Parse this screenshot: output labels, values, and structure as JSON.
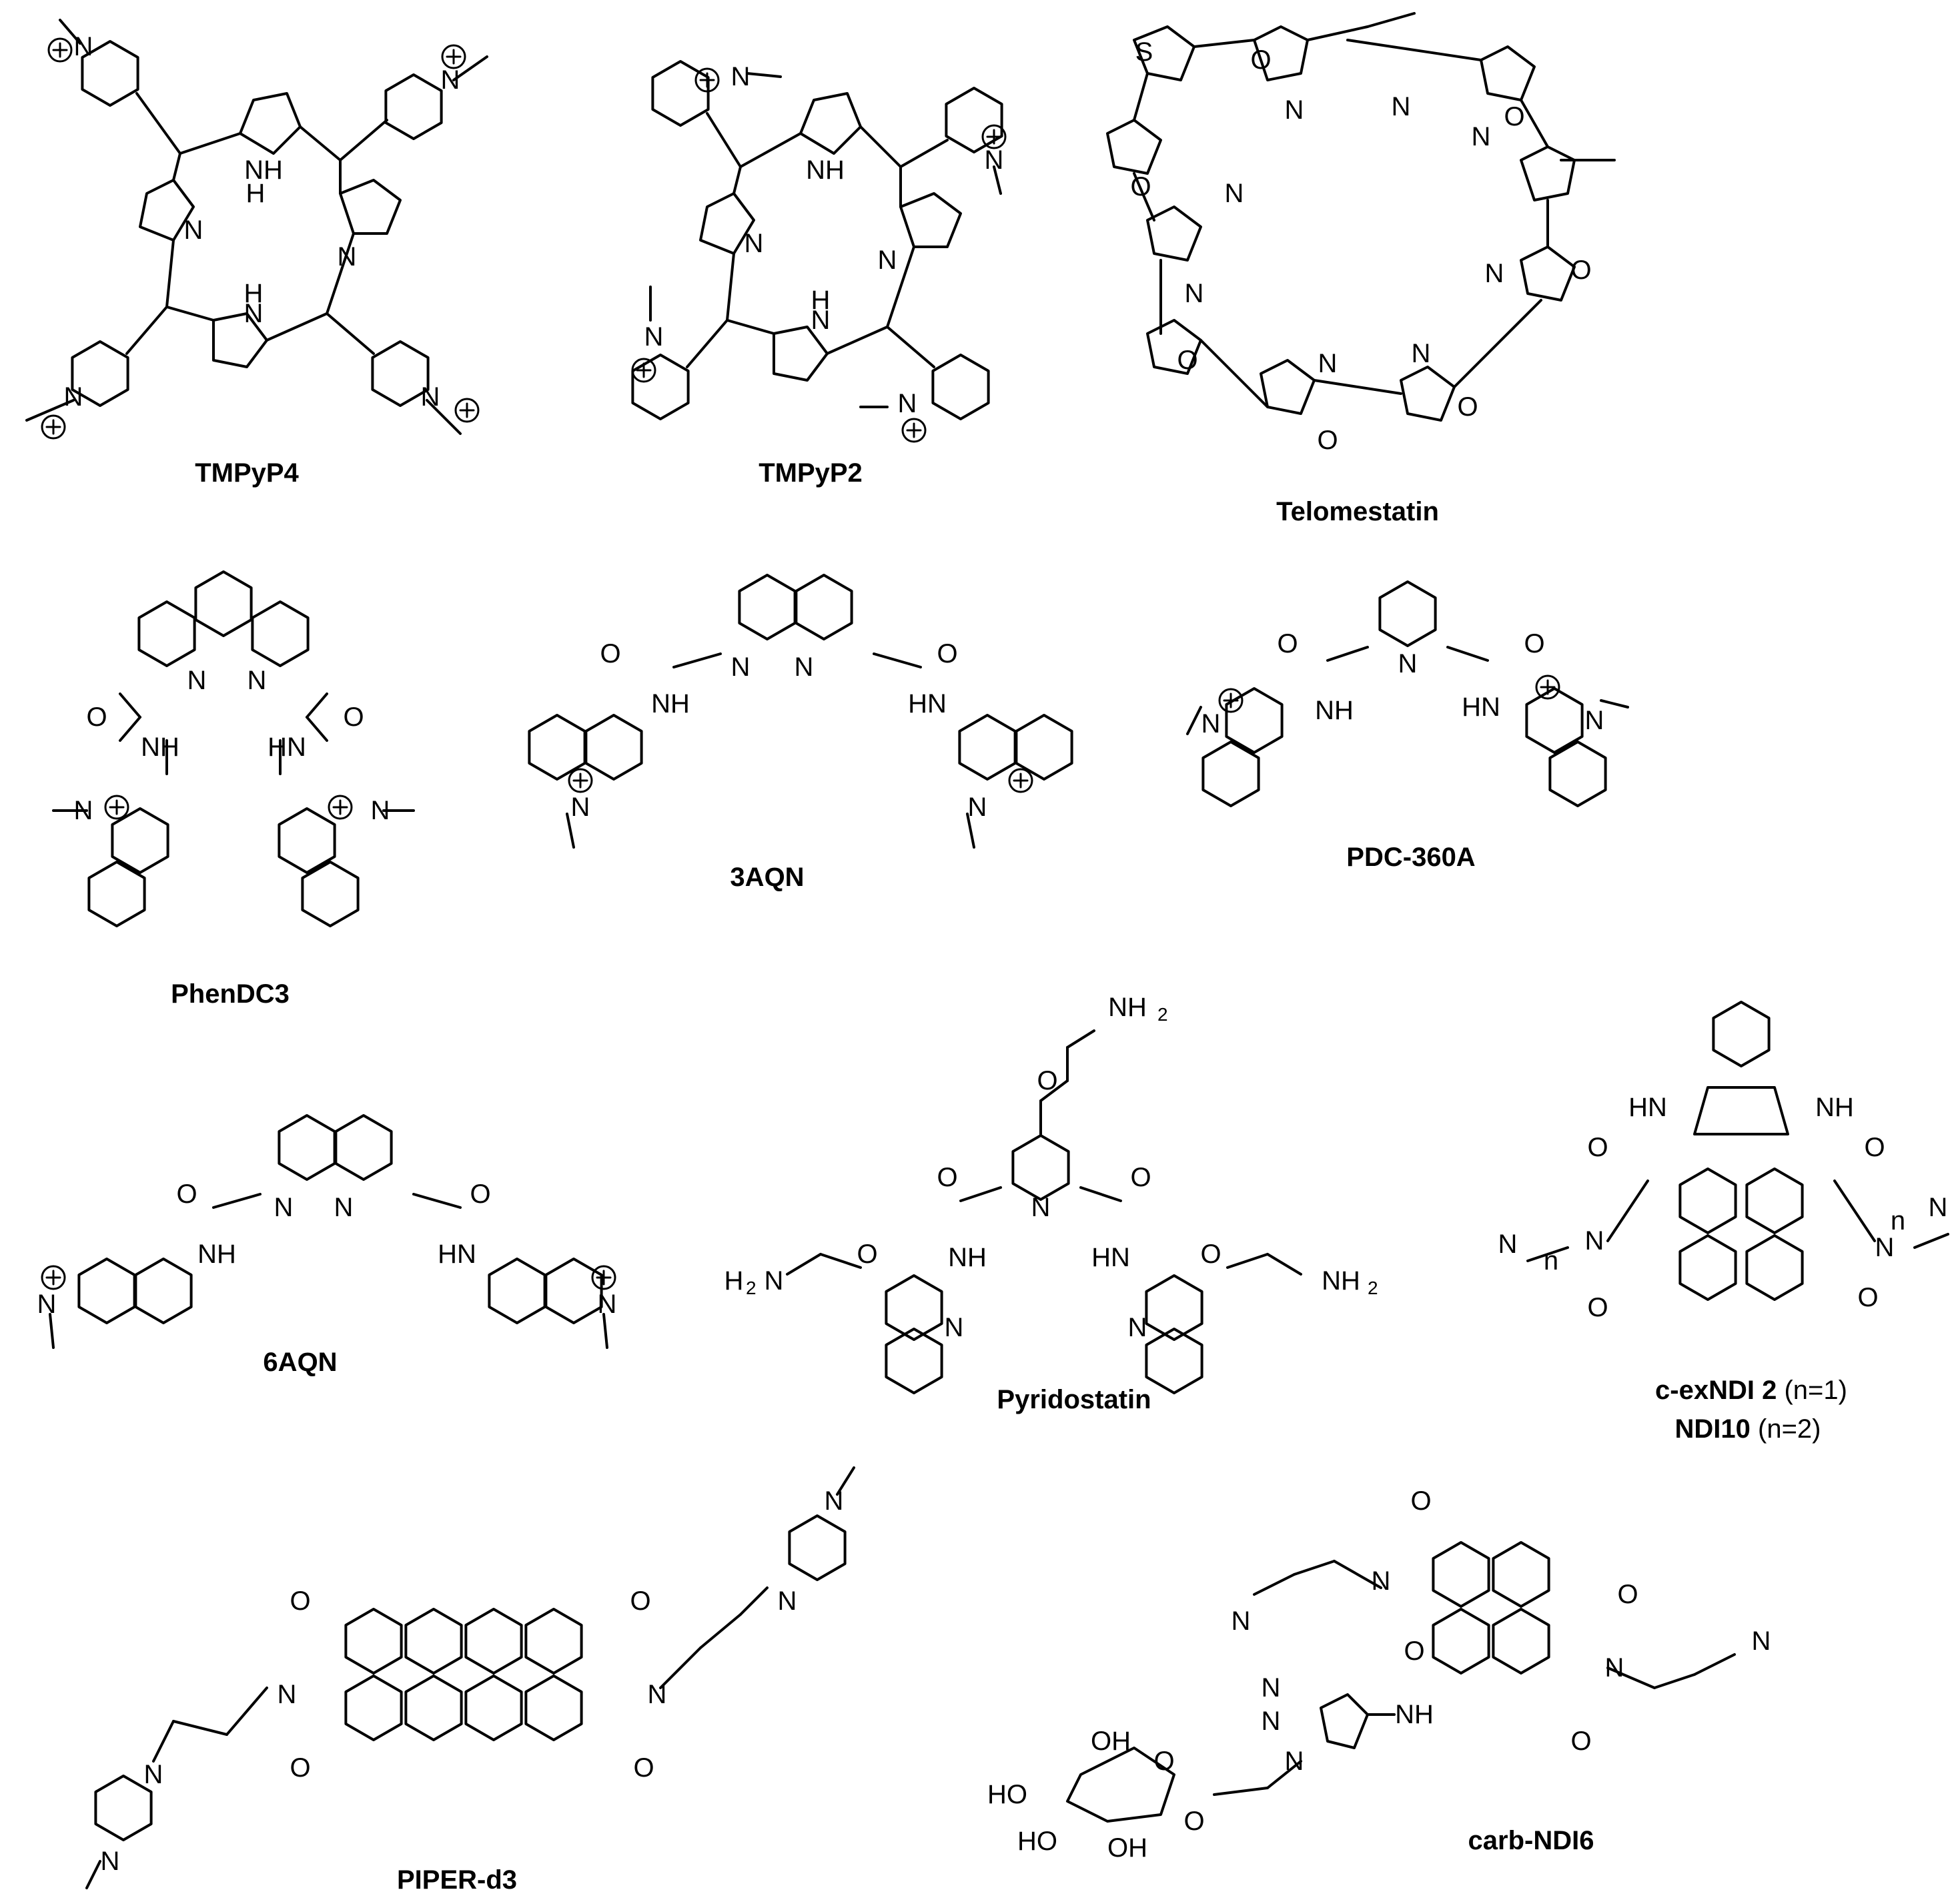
{
  "compounds": [
    {
      "name": "TMPyP4"
    },
    {
      "name": "TMPyP2"
    },
    {
      "name": "Telomestatin"
    },
    {
      "name": "PhenDC3"
    },
    {
      "name": "3AQN"
    },
    {
      "name": "PDC-360A"
    },
    {
      "name": "6AQN"
    },
    {
      "name": "Pyridostatin"
    },
    {
      "name": "c-exNDI 2",
      "suffix": "(n=1)"
    },
    {
      "name": "NDI10",
      "suffix": "(n=2)"
    },
    {
      "name": "PIPER-d3"
    },
    {
      "name": "carb-NDI6"
    }
  ],
  "atoms": {
    "N": "N",
    "NH": "NH",
    "HN": "HN",
    "H": "H",
    "O": "O",
    "S": "S",
    "NH2": "NH",
    "H2N": "H",
    "sub2": "2",
    "n": "n",
    "OH": "OH",
    "HO": "HO",
    "plus": "+"
  }
}
